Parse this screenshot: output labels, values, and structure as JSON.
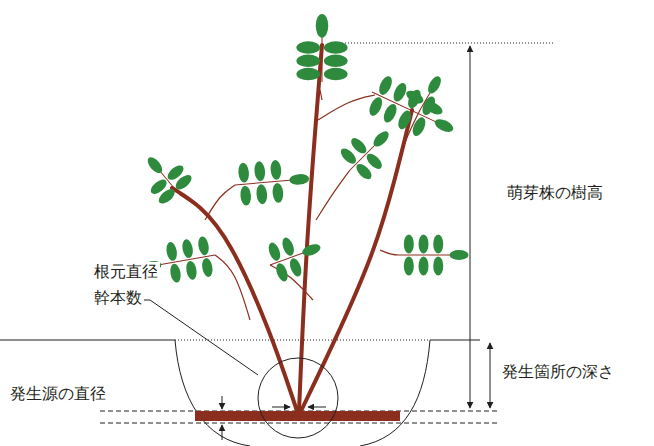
{
  "diagram": {
    "labels": [
      "萌芽株の樹高",
      "根元直径",
      "幹本数",
      "発生箇所の深さ",
      "発生源の直径"
    ]
  }
}
